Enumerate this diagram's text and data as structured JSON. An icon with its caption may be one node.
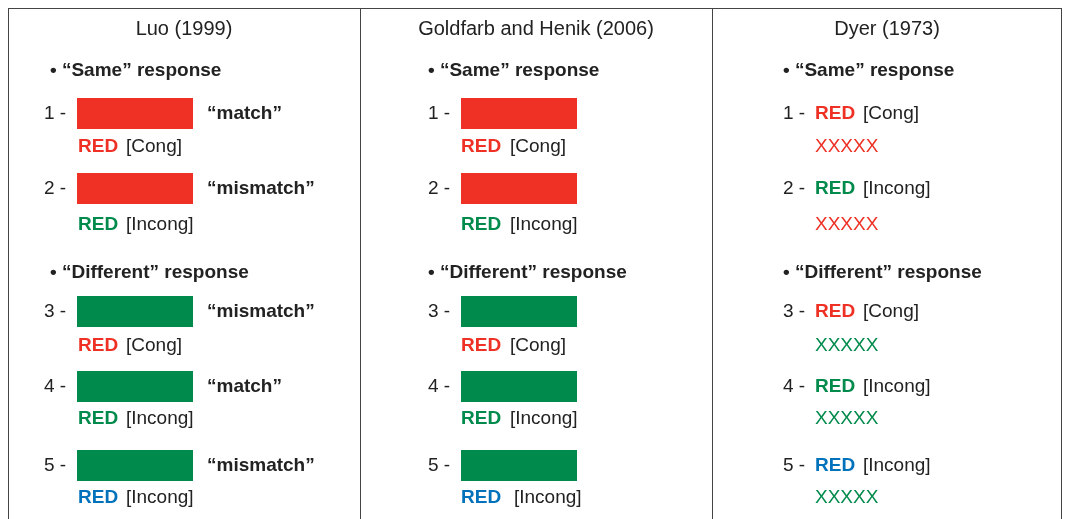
{
  "diagram": {
    "nodes": [
      {
        "text": [],
        "shape": "bar"
      },
      {
        "text": [],
        "shape": "bar"
      },
      {
        "text": [],
        "shape": "bar"
      },
      {
        "text": [],
        "shape": "bar"
      },
      {
        "text": [],
        "shape": "bar"
      },
      {
        "text": [],
        "shape": "bar"
      },
      {
        "text": [],
        "shape": "bar"
      },
      {
        "text": [],
        "shape": "bar"
      },
      {
        "text": [],
        "shape": "bar"
      },
      {
        "text": [],
        "shape": "bar"
      }
    ],
    "labels": [
      "Luo (1999)",
      "Goldfarb and Henik (2006)",
      "Dyer (1973)",
      "• “Same” response",
      "1 -",
      "“match”",
      "RED",
      "[Cong]",
      "2 -",
      "“mismatch”",
      "RED",
      "[Incong]",
      "• “Different” response",
      "3 -",
      "“mismatch”",
      "RED",
      "[Cong]",
      "4 -",
      "“match”",
      "RED",
      "[Incong]",
      "5 -",
      "“mismatch”",
      "RED",
      "[Incong]",
      "• “Same” response",
      "1 -",
      "RED",
      "[Cong]",
      "2 -",
      "RED",
      "[Incong]",
      "• “Different” response",
      "3 -",
      "RED",
      "[Cong]",
      "4 -",
      "RED",
      "[Incong]",
      "5 -",
      "RED",
      "[Incong]",
      "• “Same” response",
      "1 -",
      "RED",
      "[Cong]",
      "XXXXX",
      "2 -",
      "RED",
      "[Incong]",
      "XXXXX",
      "• “Different” response",
      "3 -",
      "RED",
      "[Cong]",
      "XXXXX",
      "4 -",
      "RED",
      "[Incong]",
      "XXXXX",
      "5 -",
      "RED",
      "[Incong]",
      "XXXXX"
    ]
  }
}
